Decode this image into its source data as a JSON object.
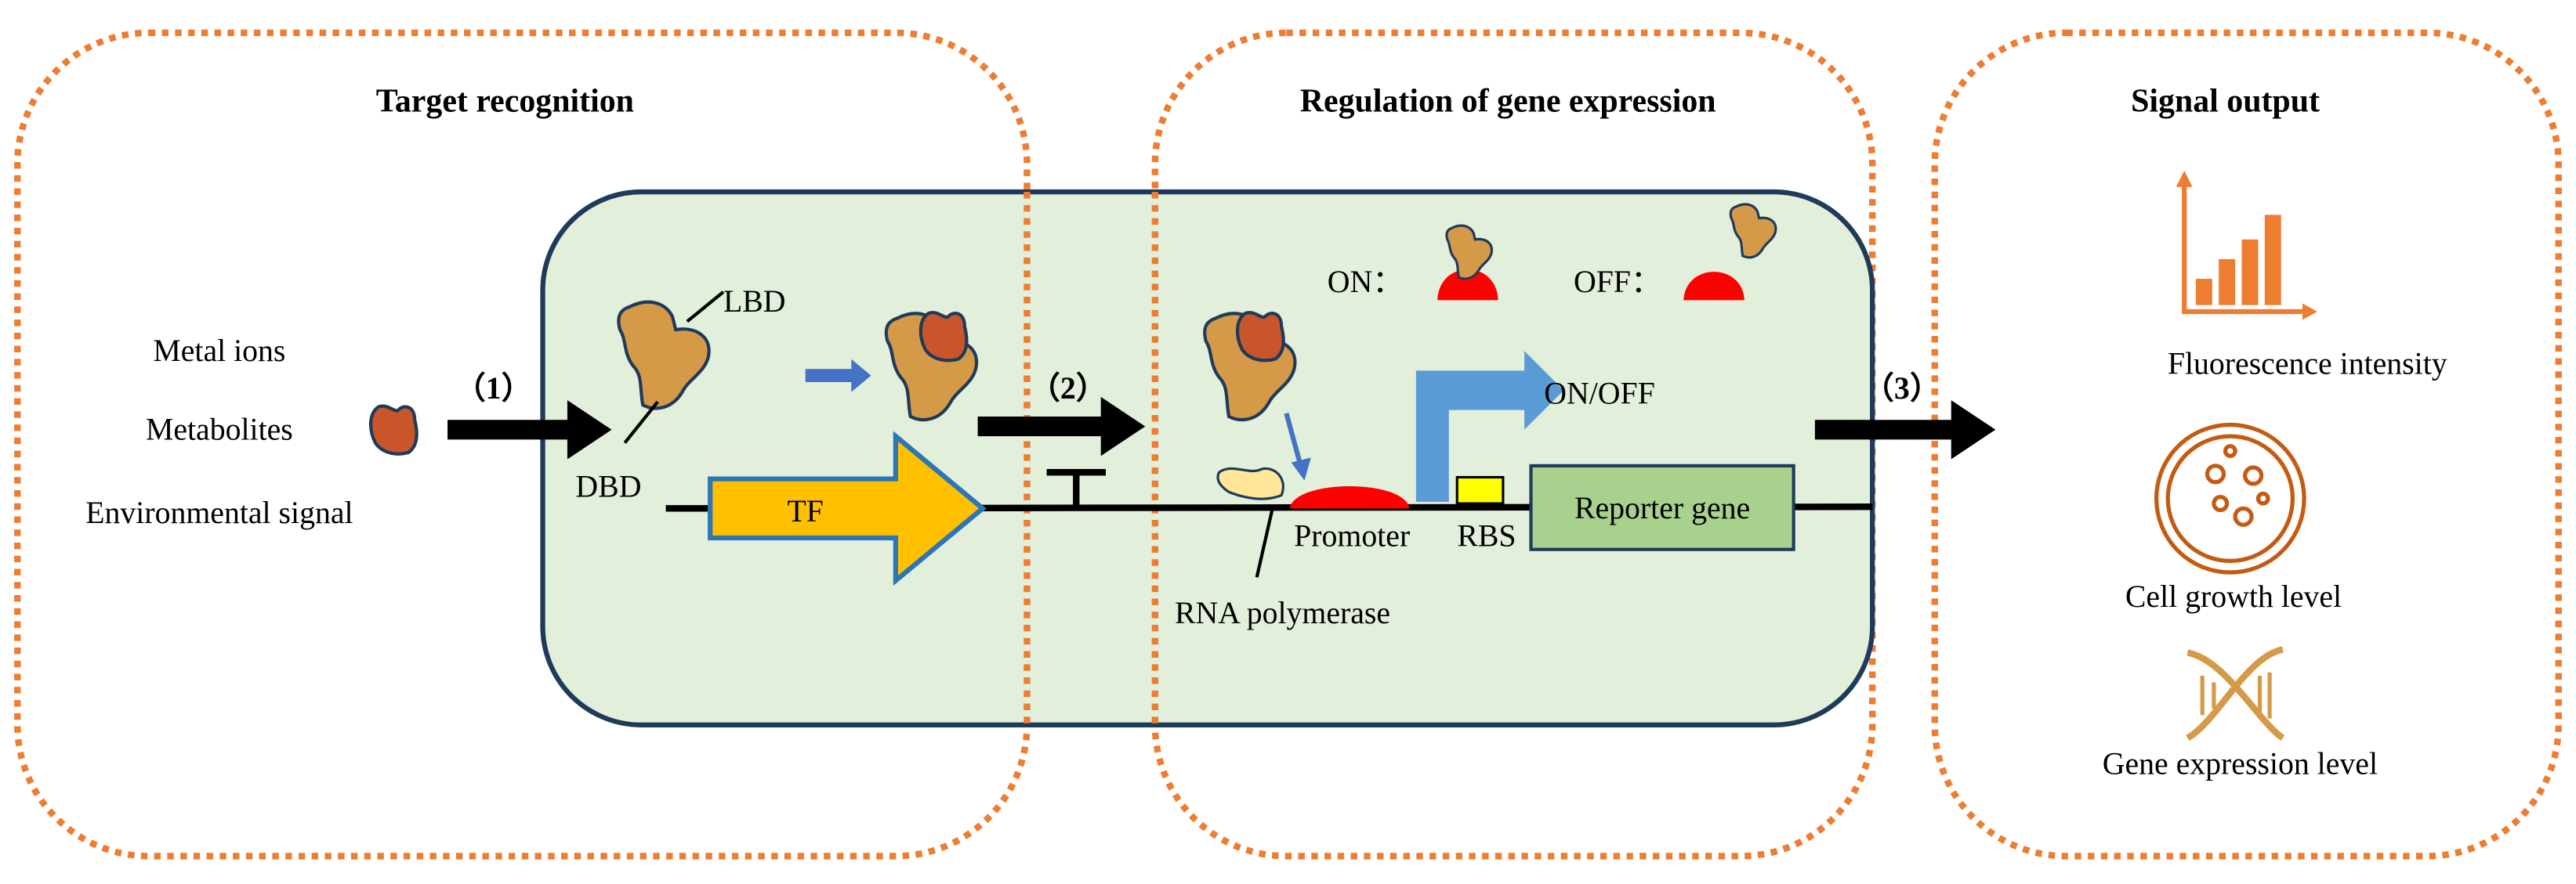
{
  "panels": {
    "target_recognition": {
      "title": "Target recognition",
      "inputs": [
        "Metal ions",
        "Metabolites",
        "Environmental signal"
      ]
    },
    "regulation": {
      "title": "Regulation of gene expression"
    },
    "signal_output": {
      "title": "Signal output",
      "outputs": [
        "Fluorescence intensity",
        "Cell growth level",
        "Gene expression level"
      ]
    }
  },
  "steps": [
    "（1）",
    "（2）",
    "（3）"
  ],
  "labels": {
    "lbd": "LBD",
    "dbd": "DBD",
    "tf": "TF",
    "on": "ON：",
    "off": "OFF：",
    "on_off": "ON/OFF",
    "promoter": "Promoter",
    "rbs": "RBS",
    "reporter": "Reporter gene",
    "rna_polymerase": "RNA polymerase"
  },
  "colors": {
    "panel_border": "#ed7d31",
    "cell_fill": "#e2efda",
    "cell_border": "#1f3a5a",
    "protein": "#d59a48",
    "ligand": "#c8562a",
    "tf_fill": "#ffc000",
    "tf_border": "#2e75b6",
    "promoter": "#ff0000",
    "rbs": "#ffff00",
    "reporter": "#a9d18e",
    "blue_arrow": "#4472c4"
  }
}
